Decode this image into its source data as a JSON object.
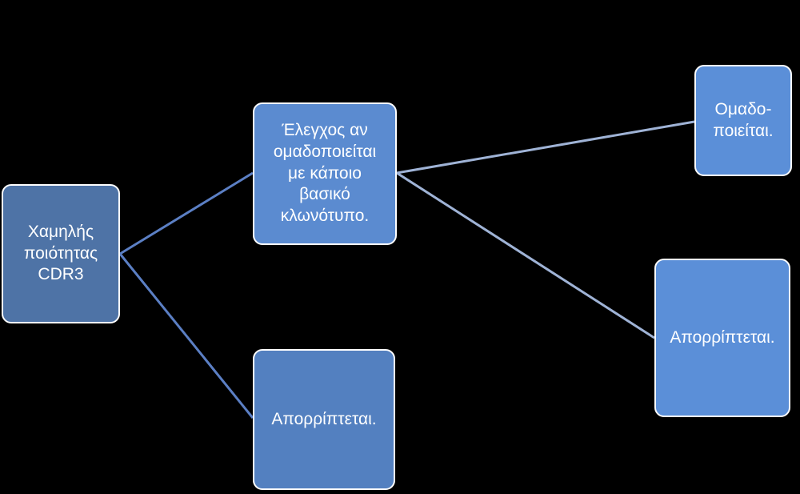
{
  "diagram": {
    "nodes": {
      "root": "Χαμηλής\nποιότητας\nCDR3",
      "check": "Έλεγχος αν\nομαδοποιείται\nμε κάποιο\nβασικό\nκλωνότυπο.",
      "reject_left": "Απορρίπτεται.",
      "grouped": "Ομαδο-\nποιείται.",
      "reject_right": "Απορρίπτεται."
    },
    "colors": {
      "background": "#000000",
      "root_fill": "#4e73a6",
      "check_fill": "#5b8bd0",
      "reject_left_fill": "#5380c0",
      "right_fill": "#5b8fd8",
      "border": "#ffffff",
      "left_connector": "#5b7fc4",
      "right_connector": "#9fb3d6"
    }
  }
}
